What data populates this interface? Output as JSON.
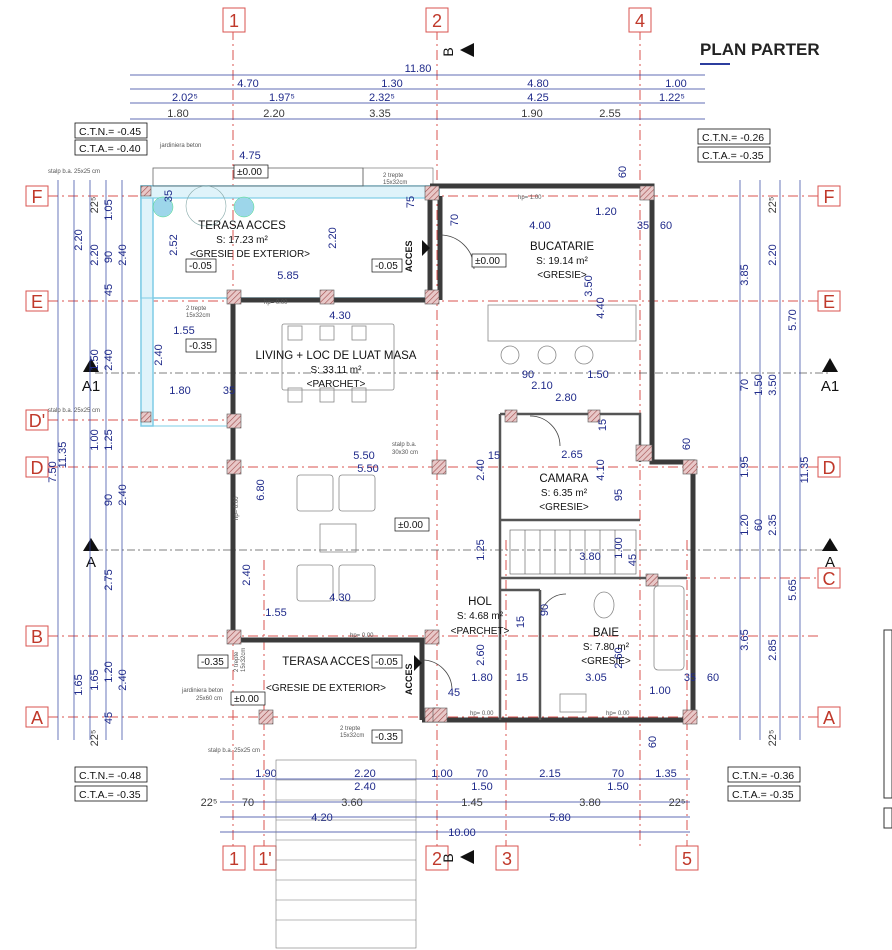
{
  "title": "PLAN PARTER",
  "axes": {
    "top": [
      "1",
      "2",
      "4"
    ],
    "bottom": [
      "1",
      "1'",
      "2",
      "3",
      "5"
    ],
    "left": [
      "F",
      "E",
      "D'",
      "D",
      "B",
      "A"
    ],
    "right": [
      "F",
      "E",
      "A1",
      "D",
      "C",
      "A"
    ],
    "sections": {
      "a1_left": "A1",
      "a1_right": "A1",
      "a_left": "A",
      "a_right": "A",
      "b_top": "B",
      "b_bottom": "B"
    }
  },
  "rooms": {
    "terasa_top": {
      "name": "TERASA ACCES",
      "area": "S: 17.23 m²",
      "finish": "<GRESIE DE EXTERIOR>"
    },
    "bucatarie": {
      "name": "BUCATARIE",
      "area": "S: 19.14 m²",
      "finish": "<GRESIE>"
    },
    "living": {
      "name": "LIVING + LOC DE LUAT MASA",
      "area": "S: 33.11 m²",
      "finish": "<PARCHET>"
    },
    "camara": {
      "name": "CAMARA",
      "area": "S: 6.35 m²",
      "finish": "<GRESIE>"
    },
    "hol": {
      "name": "HOL",
      "area": "S: 4.68 m²",
      "finish": "<PARCHET>"
    },
    "baie": {
      "name": "BAIE",
      "area": "S: 7.80 m²",
      "finish": "<GRESIE>"
    },
    "terasa_bottom": {
      "name": "TERASA ACCES",
      "finish": "<GRESIE DE EXTERIOR>"
    }
  },
  "levels": {
    "ctn_tl": "C.T.N.= -0.45",
    "cta_tl": "C.T.A.= -0.40",
    "ctn_tr": "C.T.N.= -0.26",
    "cta_tr": "C.T.A.= -0.35",
    "ctn_bl": "C.T.N.= -0.48",
    "cta_bl": "C.T.A.= -0.35",
    "ctn_br": "C.T.N.= -0.36",
    "cta_br": "C.T.A.= -0.35",
    "l000_1": "±0.00",
    "l000_2": "±0.00",
    "l000_3": "±0.00",
    "l000_4": "±0.00",
    "l005_1": "-0.05",
    "l005_2": "-0.05",
    "l005_3": "-0.05",
    "l035_1": "-0.35",
    "l035_2": "-0.35",
    "l035_3": "-0.35"
  },
  "labels": {
    "acces_top": "ACCES",
    "acces_bottom": "ACCES",
    "trepte_1": "2 trepte",
    "trepte_1b": "15x32cm",
    "trepte_2": "2 trepte",
    "trepte_2b": "15x32cm",
    "trepte_3": "2 trepte",
    "trepte_3b": "15x32cm",
    "trepte_4": "2 trepte",
    "trepte_4b": "15x32cm",
    "jardiniera_top": "jardiniera beton",
    "jardiniera_bot": "jardiniera beton",
    "jardiniera_bot_b": "25x60 cm",
    "stalp_1": "stalp b.a. 25x25 cm",
    "stalp_2": "stalp b.a. 25x25 cm",
    "stalp_3": "stalp b.a. 25x25 cm",
    "stalp_mid": "stalp b.a.",
    "stalp_mid_b": "30x30 cm",
    "hp_1": "hp= 1.00",
    "hp_2": "hp= 0.00",
    "hp_3": "hp= 0.00",
    "hp_4": "hp= 0.00",
    "hp_5": "hp= 0.00",
    "hp_6": "hp= 0.00"
  },
  "dims": {
    "top_total": "11.80",
    "top_r1": [
      "4.70",
      "1.30",
      "4.80",
      "1.00"
    ],
    "top_r2": [
      "2.02⁵",
      "1.97⁵",
      "2.32⁵",
      "4.25",
      "1.22⁵"
    ],
    "top_r3": [
      "1.80",
      "2.20",
      "3.35",
      "1.90",
      "2.55"
    ],
    "bot_r1": [
      "1.90",
      "2.20",
      "1.00",
      "70",
      "2.15",
      "70",
      "1.35"
    ],
    "bot_r1b": [
      "2.40",
      "1.50",
      "1.50"
    ],
    "bot_r2": [
      "22⁵",
      "70",
      "3.60",
      "1.45",
      "3.80",
      "22⁵"
    ],
    "bot_r3": [
      "4.20",
      "5.80"
    ],
    "bot_total": "10.00",
    "left_outer": [
      "11.35",
      "7.50"
    ],
    "left_a": [
      "2.20",
      "1.05",
      "2.20",
      "2.40",
      "45",
      "90",
      "1.50",
      "2.40",
      "1.00",
      "1.25",
      "90",
      "2.40",
      "2.75",
      "1.20",
      "1.65",
      "1.65",
      "2.40",
      "45",
      "22⁵",
      "22⁵"
    ],
    "right_outer": [
      "11.35"
    ],
    "right_a": [
      "22⁵",
      "3.85",
      "2.20",
      "5.70",
      "70",
      "1.50",
      "3.50",
      "1.95",
      "1.20",
      "60",
      "2.35",
      "5.65",
      "3.65",
      "2.85",
      "22⁵"
    ],
    "inner": [
      "4.75",
      "2.52",
      "2.20",
      "5.85",
      "4.30",
      "1.55",
      "2.40",
      "1.80",
      "35",
      "5.50",
      "5.50",
      "6.80",
      "2.40",
      "1.55",
      "4.30",
      "4.00",
      "1.20",
      "35",
      "60",
      "60",
      "3.50",
      "4.40",
      "90",
      "1.50",
      "2.10",
      "2.80",
      "15",
      "2.65",
      "2.40",
      "4.10",
      "1.25",
      "15",
      "95",
      "3.80",
      "1.00",
      "45",
      "90",
      "2.60",
      "1.80",
      "15",
      "3.05",
      "2.60",
      "1.00",
      "35",
      "60",
      "60",
      "45",
      "75",
      "70",
      "35",
      "15",
      "60"
    ]
  },
  "colors": {
    "axis": "#d9534f",
    "dim": "#2c3e9e",
    "wall": "#3b3b3b",
    "hatch": "#c47070",
    "glass": "#7ecce6"
  }
}
